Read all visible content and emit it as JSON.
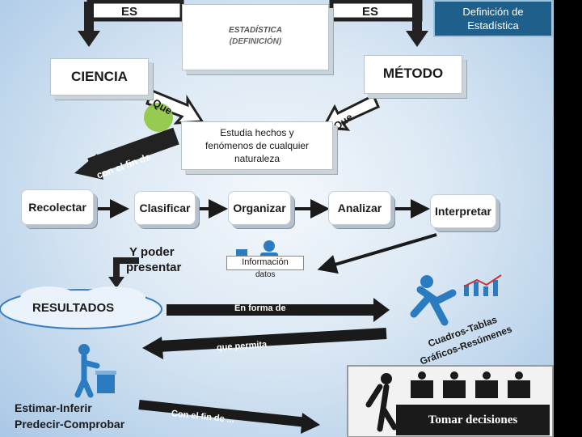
{
  "corner_title": {
    "line1": "Definición de",
    "line2": "Estadística"
  },
  "center_box": {
    "line1": "ESTADÍSTICA",
    "line2": "(DEFINICIÓN)"
  },
  "es_left": "ES",
  "es_right": "ES",
  "ciencia": "CIENCIA",
  "metodo": "MÉTODO",
  "que_left": "Que",
  "que_right": "Que",
  "estudia": {
    "line1": "Estudia hechos y",
    "line2": "fenómenos de cualquier",
    "line3": "naturaleza"
  },
  "con_el_fin_de_1": "con el fin de",
  "steps": [
    "Recolectar",
    "Clasificar",
    "Organizar",
    "Analizar",
    "Interpretar"
  ],
  "y_poder": {
    "line1": "Y poder",
    "line2": "presentar"
  },
  "informacion": {
    "line1": "Información",
    "line2": "datos"
  },
  "resultados": "RESULTADOS",
  "en_forma_de": "En forma de",
  "cuadros": {
    "line1": "Cuadros-Tablas",
    "line2": "Gráficos-Resúmenes"
  },
  "que_permita": "que permita",
  "estimar": {
    "line1": "Estimar-Inferir",
    "line2": "Predecir-Comprobar"
  },
  "con_el_fin_de_2": "Con el fin de ...",
  "tomar": "Tomar decisiones",
  "colors": {
    "title_bg": "#1f5f8b",
    "arrow": "#1a1a1a",
    "figure_blue": "#2a7bc0",
    "cloud": "#eaf2fb"
  }
}
